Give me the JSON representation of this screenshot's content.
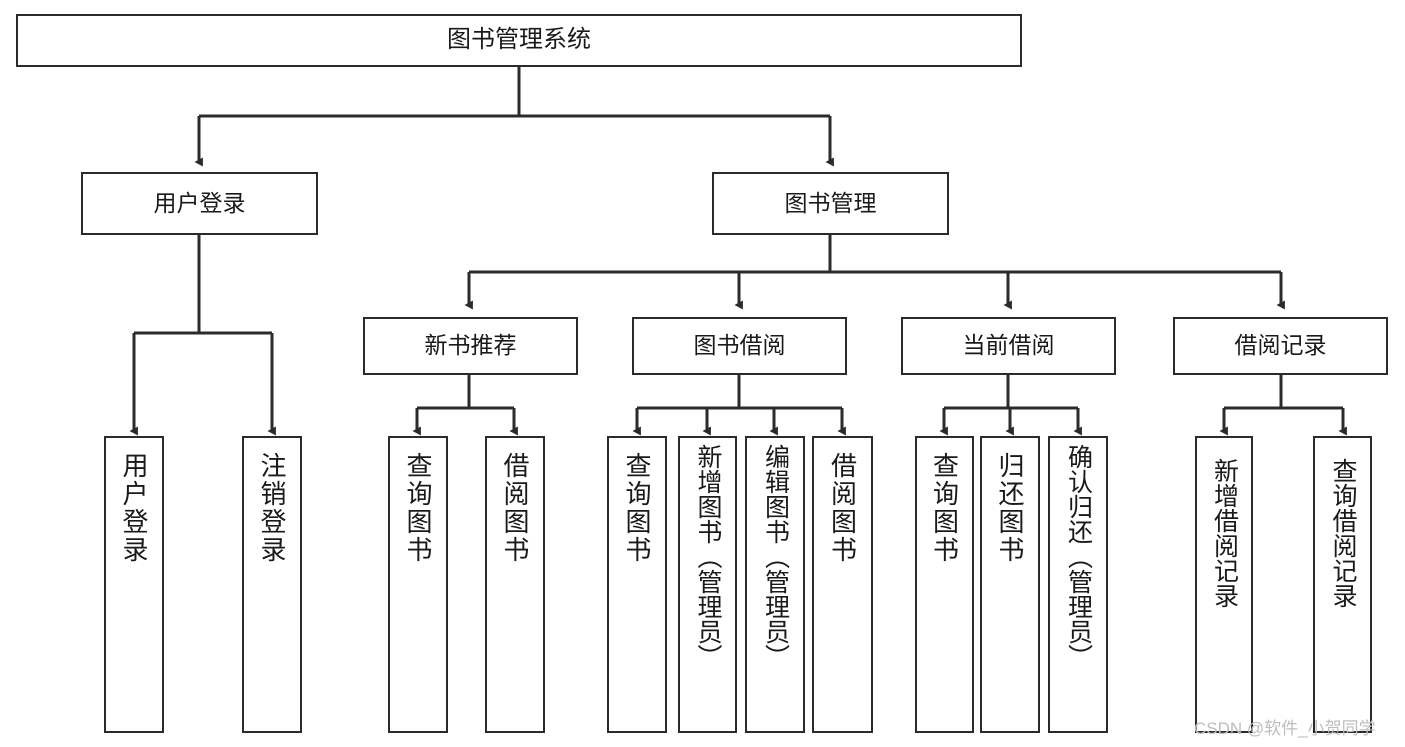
{
  "diagram": {
    "title": "图书管理系统",
    "watermark": "CSDN @软件_小贺同学",
    "colors": {
      "stroke": "#2b2b2b",
      "background": "#ffffff",
      "text": "#1a1a1a",
      "watermark": "#bdbdbd"
    },
    "levels": {
      "root": {
        "label": "图书管理系统"
      },
      "level2": [
        {
          "label": "用户登录"
        },
        {
          "label": "图书管理"
        }
      ],
      "level3": [
        {
          "label": "新书推荐"
        },
        {
          "label": "图书借阅"
        },
        {
          "label": "当前借阅"
        },
        {
          "label": "借阅记录"
        }
      ],
      "leaves": {
        "user_login": [
          {
            "label": "用户登录"
          },
          {
            "label": "注销登录"
          }
        ],
        "new_book_recommend": [
          {
            "label": "查询图书"
          },
          {
            "label": "借阅图书"
          }
        ],
        "book_borrow": [
          {
            "label": "查询图书"
          },
          {
            "label": "新增图书（管理员）"
          },
          {
            "label": "编辑图书（管理员）"
          },
          {
            "label": "借阅图书"
          }
        ],
        "current_borrow": [
          {
            "label": "查询图书"
          },
          {
            "label": "归还图书"
          },
          {
            "label": "确认归还（管理员）"
          }
        ],
        "borrow_record": [
          {
            "label": "新增借阅记录"
          },
          {
            "label": "查询借阅记录"
          }
        ]
      }
    }
  }
}
